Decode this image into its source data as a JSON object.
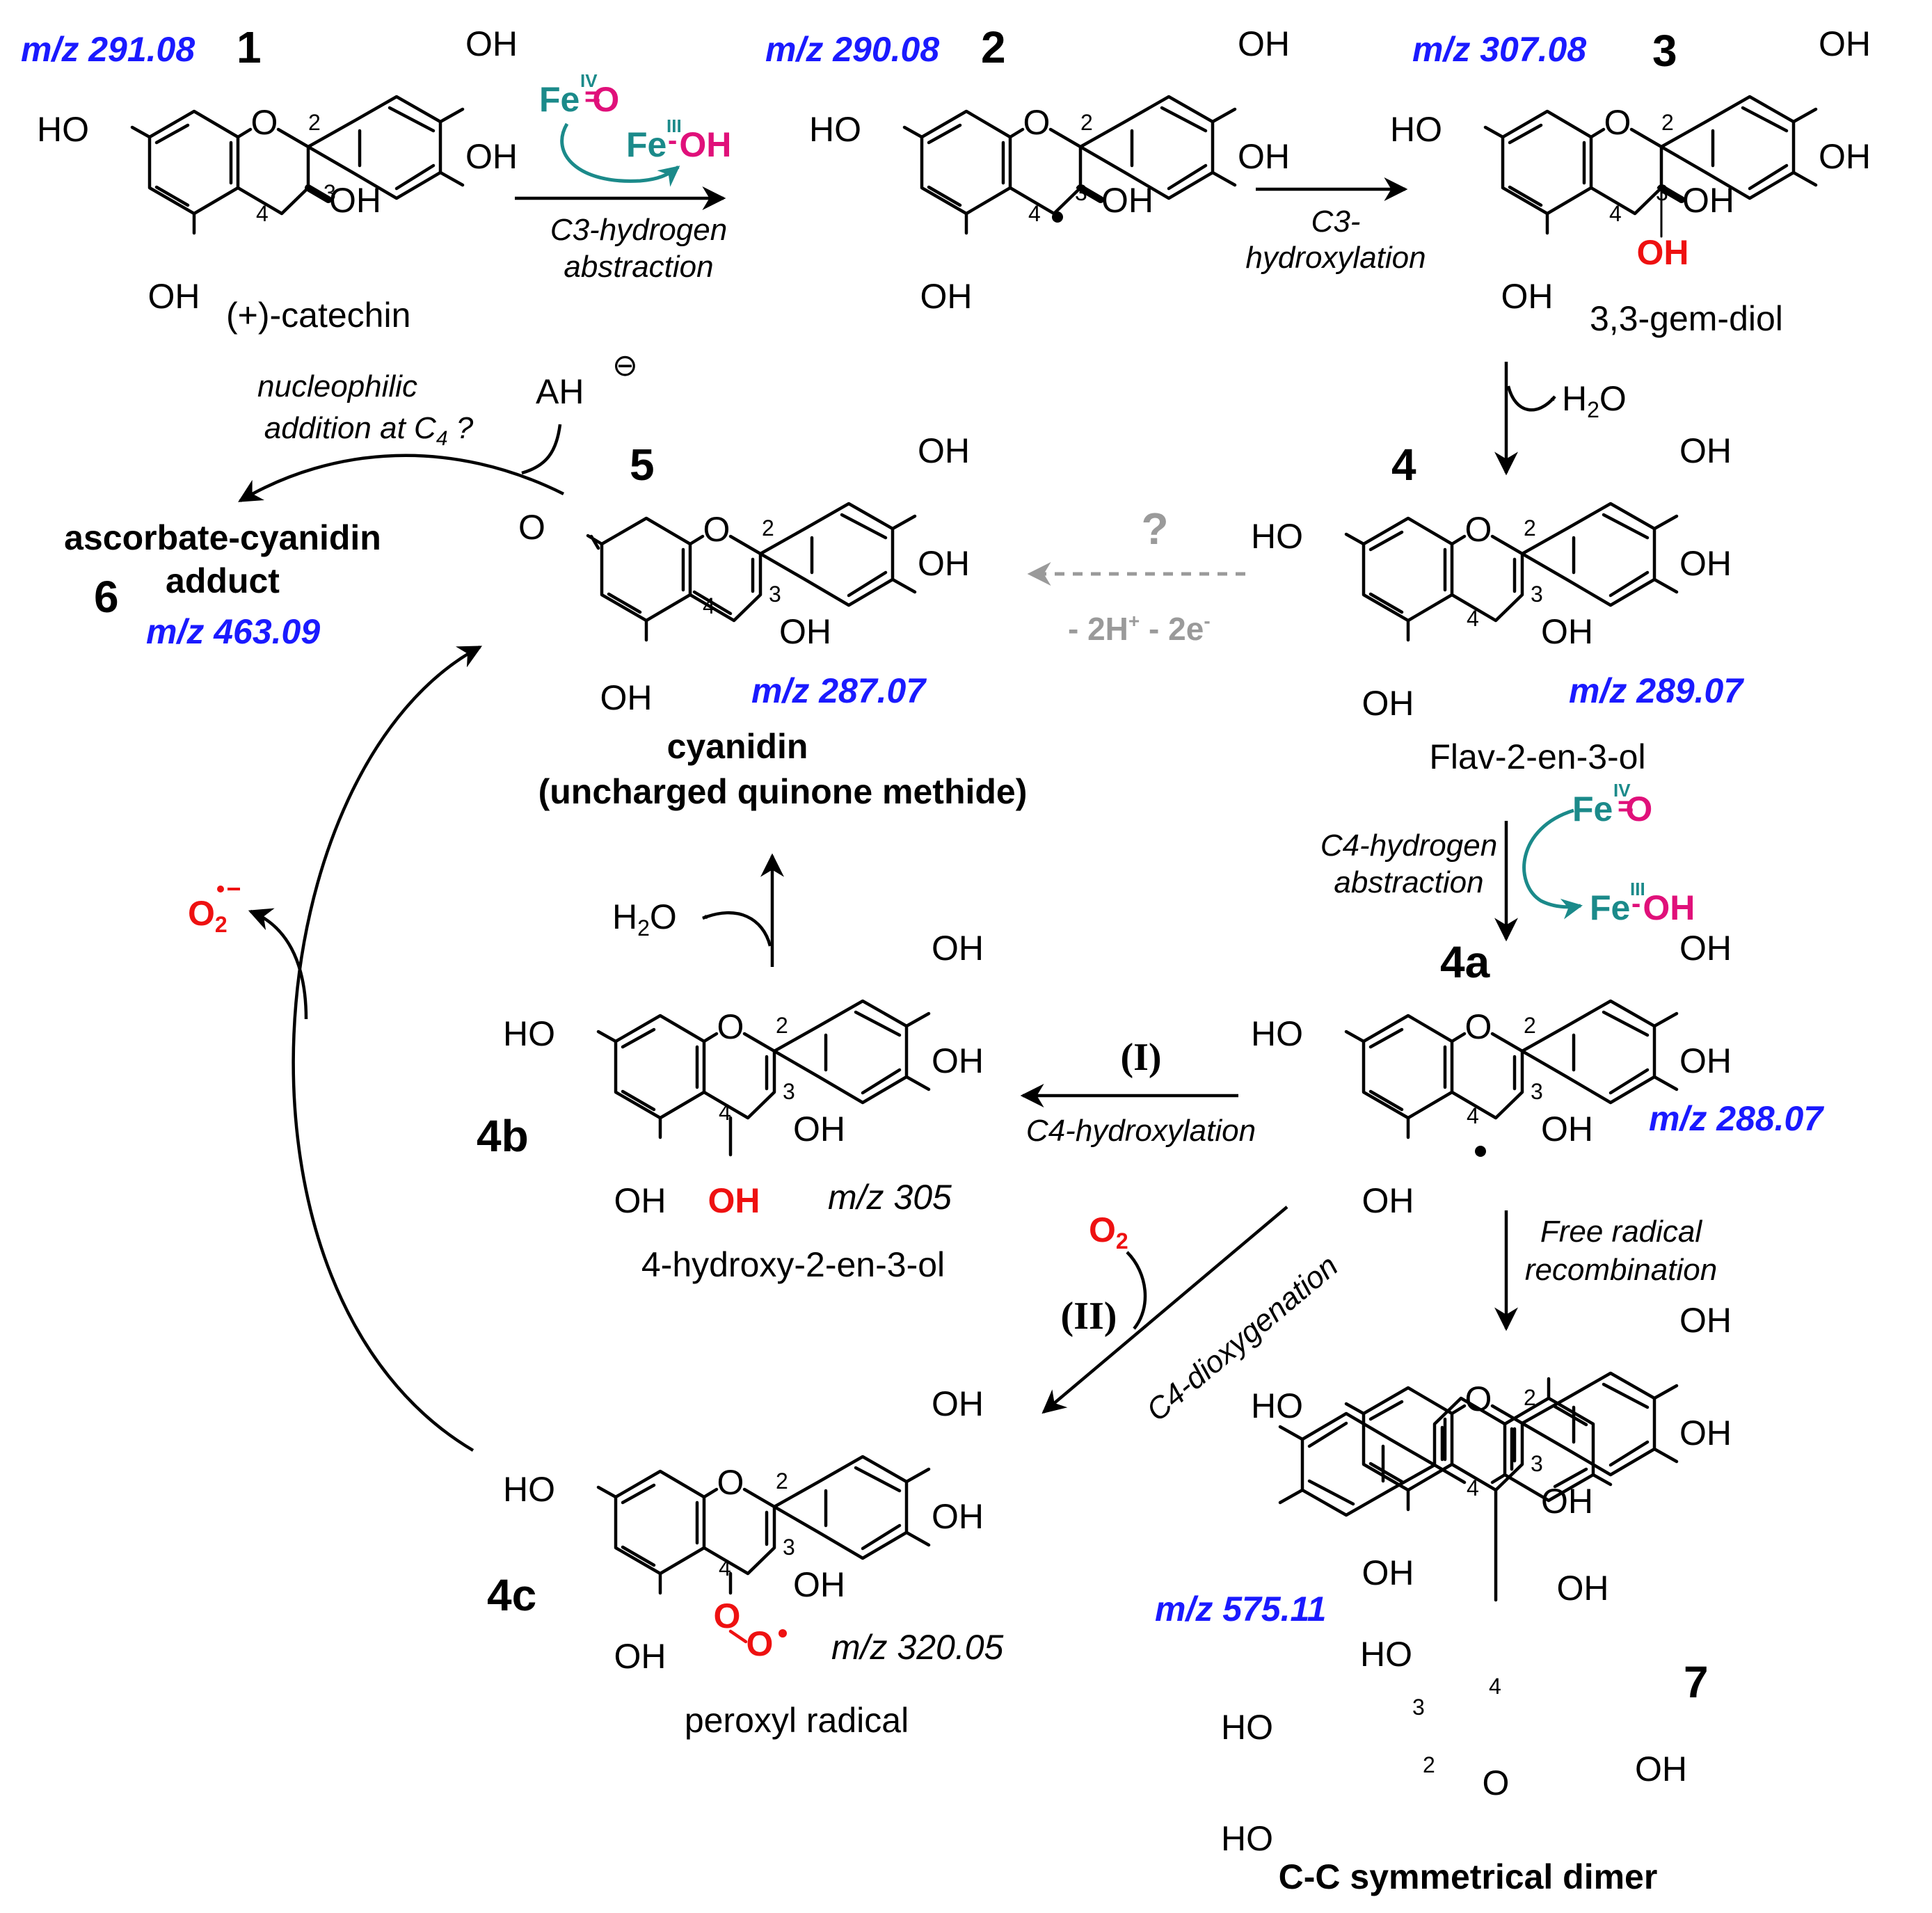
{
  "compounds": {
    "c1": {
      "id": "1",
      "mz": "m/z 291.08",
      "name": "(+)-catechin"
    },
    "c2": {
      "id": "2",
      "mz": "m/z 290.08"
    },
    "c3": {
      "id": "3",
      "mz": "m/z 307.08",
      "name": "3,3-gem-diol"
    },
    "c4": {
      "id": "4",
      "mz": "m/z 289.07",
      "name": "Flav-2-en-3-ol"
    },
    "c4a": {
      "id": "4a",
      "mz": "m/z 288.07"
    },
    "c4b": {
      "id": "4b",
      "mz": "m/z 305",
      "name": "4-hydroxy-2-en-3-ol"
    },
    "c4c": {
      "id": "4c",
      "mz": "m/z 320.05",
      "name": "peroxyl radical"
    },
    "c5": {
      "id": "5",
      "mz": "m/z 287.07",
      "name1": "cyanidin",
      "name2": "(uncharged quinone methide)"
    },
    "c6": {
      "id": "6",
      "mz": "m/z 463.09",
      "name1": "ascorbate-cyanidin",
      "name2": "adduct"
    },
    "c7": {
      "id": "7",
      "mz": "m/z 575.11",
      "name": "C-C symmetrical dimer"
    }
  },
  "steps": {
    "s12": {
      "line1": "C3-hydrogen",
      "line2": "abstraction"
    },
    "s23": {
      "line1": "C3-",
      "line2": "hydroxylation"
    },
    "s4_4a": {
      "line1": "C4-hydrogen",
      "line2": "abstraction"
    },
    "s4a_4b": {
      "roman": "(I)",
      "label": "C4-hydroxylation"
    },
    "s4a_4c": {
      "roman": "(II)",
      "label": "C4-dioxygenation"
    },
    "s4a_7": {
      "line1": "Free radical",
      "line2": "recombination"
    },
    "s4_5": {
      "q": "?",
      "label": "- 2H",
      "sup1": "+",
      "label2": " - 2e",
      "sup2": "-"
    },
    "s5_6": {
      "line1": "nucleophilic",
      "line2": "addition at C",
      "sub": "4",
      "tail": " ?"
    }
  },
  "reagents": {
    "fe": "Fe",
    "fe4": "IV",
    "fe3": "III",
    "o": "O",
    "oh": "OH",
    "water": "H",
    "water_sub": "2",
    "water_o": "O",
    "ah": "AH",
    "o2": "O",
    "o2_sub": "2",
    "superoxide": "O",
    "ominus": "⊖"
  },
  "atom_labels": {
    "oh": "OH",
    "ho": "HO",
    "o": "O",
    "n2": "2",
    "n3": "3",
    "n4": "4"
  },
  "colors": {
    "mz": "#1a1aff",
    "added_oxygen": "#ee1111",
    "iron_oxo": "#1b8a8a",
    "iron_oxygen": "#e0107a",
    "uncertain": "#9a9a9a"
  }
}
